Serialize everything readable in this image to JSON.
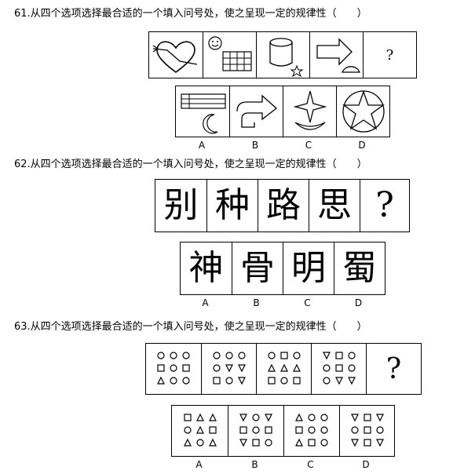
{
  "q61": {
    "title": "61.从四个选项选择最合适的一个填入问号处，使之呈现一定的规律性（　　）",
    "question_mark": "?",
    "options": [
      "A",
      "B",
      "C",
      "D"
    ]
  },
  "q62": {
    "title": "62.从四个选项选择最合适的一个填入问号处，使之呈现一定的规律性（　　）",
    "sequence": [
      "别",
      "种",
      "路",
      "思"
    ],
    "question_mark": "?",
    "options_chars": [
      "神",
      "骨",
      "明",
      "蜀"
    ],
    "options": [
      "A",
      "B",
      "C",
      "D"
    ]
  },
  "q63": {
    "title": "63.从四个选项选择最合适的一个填入问号处，使之呈现一定的规律性（　　）",
    "question_mark": "?",
    "options": [
      "A",
      "B",
      "C",
      "D"
    ]
  }
}
